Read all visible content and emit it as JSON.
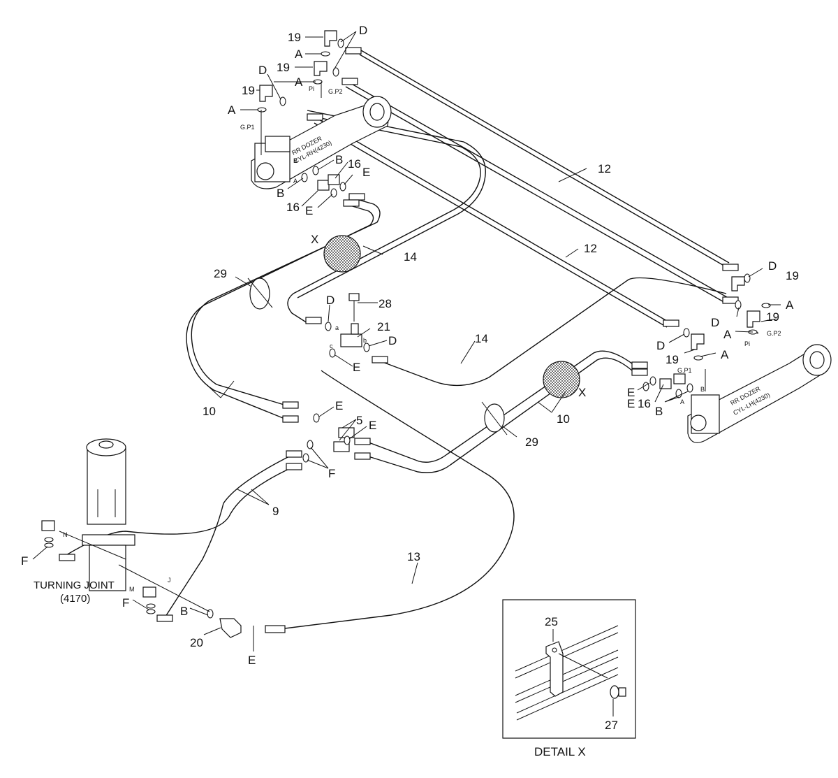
{
  "labels": {
    "d": "D",
    "a": "A",
    "b": "B",
    "e": "E",
    "f": "F",
    "p19": "19",
    "p16": "16",
    "p12": "12",
    "p14": "14",
    "p10": "10",
    "p9": "9",
    "p13": "13",
    "p5": "5",
    "p20": "20",
    "p21": "21",
    "p28": "28",
    "p29": "29",
    "p25": "25",
    "p27": "27",
    "x": "X",
    "gp1": "G.P1",
    "gp2": "G.P2",
    "pi": "Pi",
    "small_a": "a",
    "small_b": "b",
    "small_c": "c",
    "small_n": "N",
    "small_m": "M",
    "small_j": "J"
  },
  "cylinder_rh": {
    "line1": "RR DOZER",
    "line2": "CYL-RH(4230)"
  },
  "cylinder_lh": {
    "line1": "RR DOZER",
    "line2": "CYL-LH(4230)"
  },
  "turning_joint": {
    "line1": "TURNING JOINT",
    "line2": "(4170)"
  },
  "detail": {
    "caption": "DETAIL  X"
  }
}
